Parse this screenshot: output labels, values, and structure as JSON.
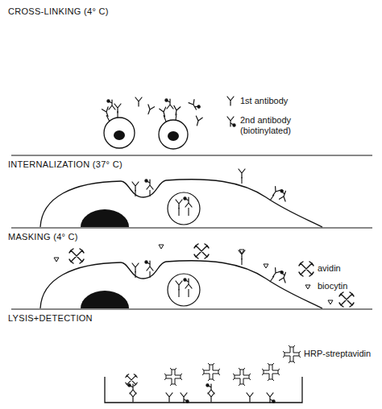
{
  "diagram": {
    "labels": [
      "CROSS-LINKING (4° C)",
      "INTERNALIZATION (37° C)",
      "MASKING (4° C)",
      "LYSIS+DETECTION"
    ],
    "legend": [
      {
        "text": "1st antibody"
      },
      {
        "text": "2nd antibody (biotinylated)"
      },
      {
        "text": "avidin"
      },
      {
        "text": "biocytin"
      },
      {
        "text": "HRP-streptavidin"
      }
    ]
  }
}
